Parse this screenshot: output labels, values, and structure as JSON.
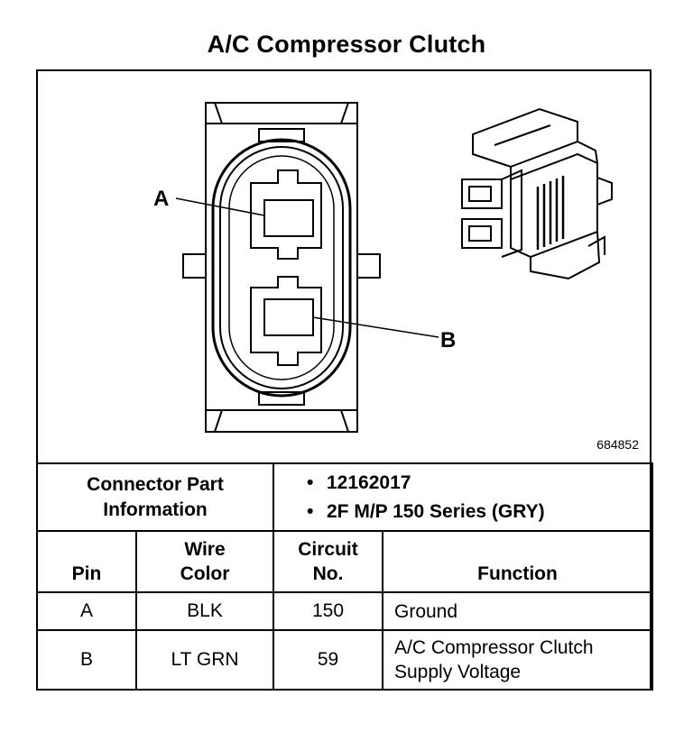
{
  "title": "A/C Compressor Clutch",
  "figure_id": "684852",
  "pin_labels": {
    "a": "A",
    "b": "B"
  },
  "connector_info": {
    "label_line1": "Connector Part",
    "label_line2": "Information",
    "bullet": "•",
    "values": [
      "12162017",
      "2F M/P 150 Series (GRY)"
    ]
  },
  "table": {
    "headers": {
      "pin": "Pin",
      "wire_line1": "Wire",
      "wire_line2": "Color",
      "circuit_line1": "Circuit",
      "circuit_line2": "No.",
      "function": "Function"
    },
    "rows": [
      {
        "pin": "A",
        "color": "BLK",
        "circuit": "150",
        "function_line1": "Ground",
        "function_line2": ""
      },
      {
        "pin": "B",
        "color": "LT GRN",
        "circuit": "59",
        "function_line1": "A/C Compressor Clutch",
        "function_line2": "Supply Voltage"
      }
    ]
  }
}
